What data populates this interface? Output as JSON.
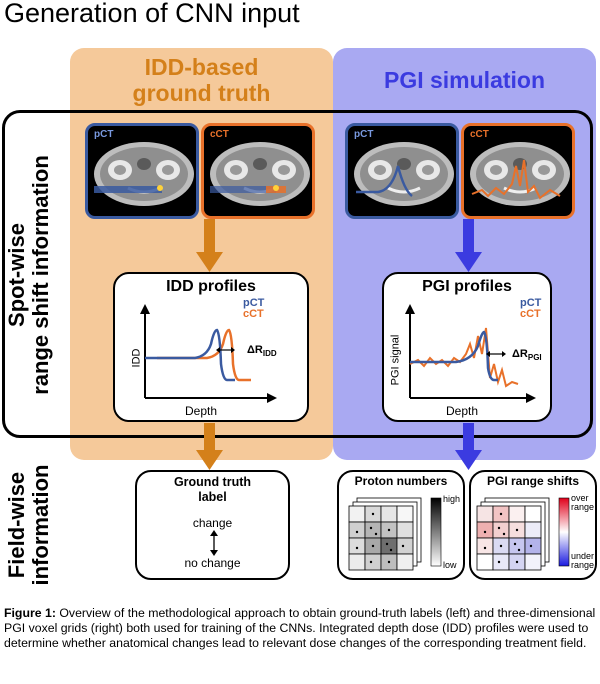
{
  "title": "Generation of CNN input",
  "columns": {
    "left": {
      "line1": "IDD-based",
      "line2": "ground truth"
    },
    "right": {
      "line1": "PGI simulation"
    }
  },
  "rows": {
    "spot": {
      "line1": "Spot-wise",
      "line2": "range shift information"
    },
    "field": {
      "line1": "Field-wise",
      "line2": "information"
    }
  },
  "ct_labels": {
    "planning": "pCT",
    "control": "cCT"
  },
  "colors": {
    "pct": "#3a5aa0",
    "cct": "#e8712a",
    "orange_col": "#f5c99a",
    "blue_col": "#a9a9f2",
    "arrow_orange": "#d4801a",
    "arrow_blue": "#3b3be0"
  },
  "idd_box": {
    "title": "IDD profiles",
    "legend_pct": "pCT",
    "legend_cct": "cCT",
    "ylabel": "IDD",
    "xlabel": "Depth",
    "delta_main": "ΔR",
    "delta_sub": "IDD"
  },
  "pgi_box": {
    "title": "PGI profiles",
    "legend_pct": "pCT",
    "legend_cct": "cCT",
    "ylabel": "PGI signal",
    "xlabel": "Depth",
    "delta_main": "ΔR",
    "delta_sub": "PGI"
  },
  "gt_box": {
    "title_line1": "Ground truth",
    "title_line2": "label",
    "opt_change": "change",
    "opt_nochange": "no change"
  },
  "proton_box": {
    "title": "Proton numbers",
    "high": "high",
    "low": "low"
  },
  "shift_box": {
    "title": "PGI range shifts",
    "over1": "over",
    "over2": "range",
    "under1": "under",
    "under2": "range"
  },
  "caption": {
    "label": "Figure 1:",
    "text": " Overview of the methodological approach to obtain ground-truth labels (left) and three-dimensional PGI voxel grids (right) both used for training of the CNNs. Integrated depth dose (IDD) profiles were used to determine whether anatomical changes lead to relevant dose changes of the corresponding treatment field."
  }
}
